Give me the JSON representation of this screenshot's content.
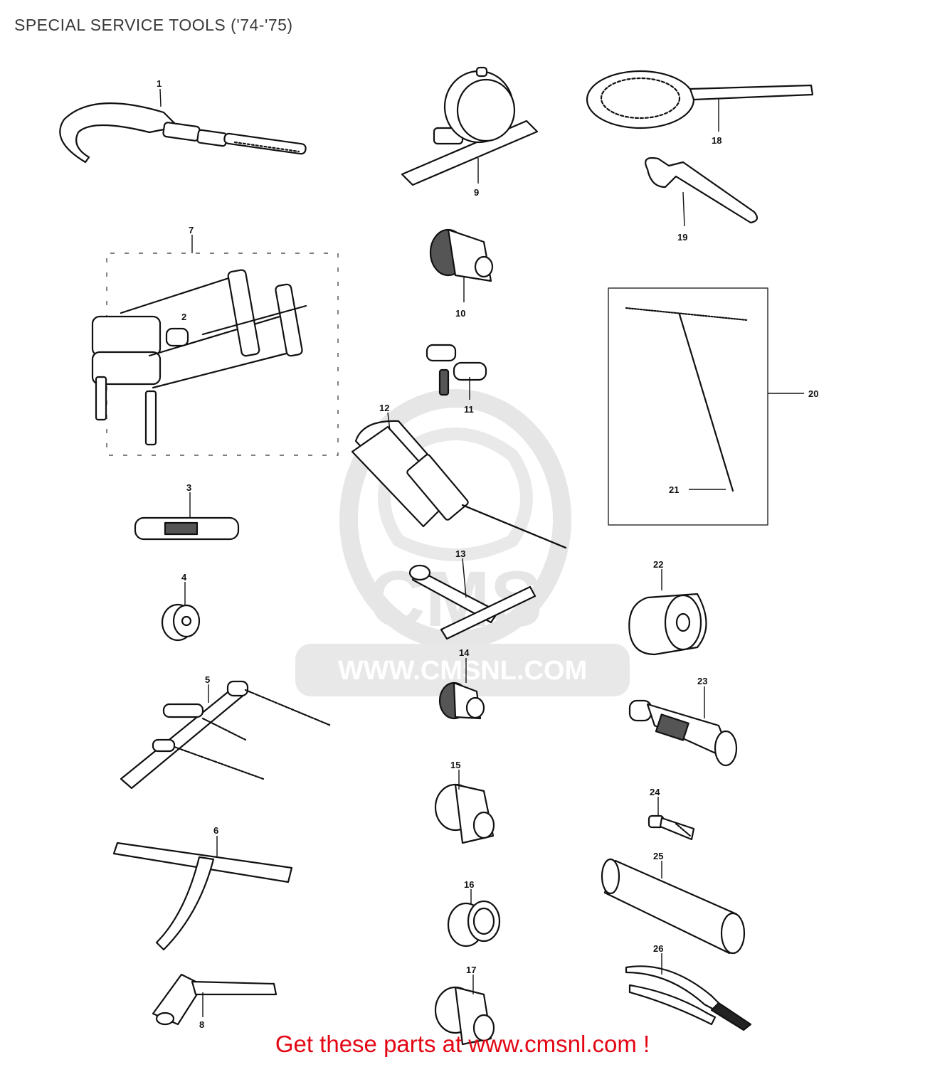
{
  "page": {
    "title": "SPECIAL SERVICE TOOLS ('74-'75)"
  },
  "watermark": {
    "brand": "CMS",
    "url": "WWW.CMSNL.COM"
  },
  "footer": {
    "text": "Get these parts at www.cmsnl.com !"
  },
  "parts": [
    {
      "key": "p1",
      "label": "1"
    },
    {
      "key": "p2",
      "label": "2"
    },
    {
      "key": "p3",
      "label": "3"
    },
    {
      "key": "p4",
      "label": "4"
    },
    {
      "key": "p5",
      "label": "5"
    },
    {
      "key": "p6",
      "label": "6"
    },
    {
      "key": "p7",
      "label": "7"
    },
    {
      "key": "p8",
      "label": "8"
    },
    {
      "key": "p9",
      "label": "9"
    },
    {
      "key": "p10",
      "label": "10"
    },
    {
      "key": "p11",
      "label": "11"
    },
    {
      "key": "p12",
      "label": "12"
    },
    {
      "key": "p13",
      "label": "13"
    },
    {
      "key": "p14",
      "label": "14"
    },
    {
      "key": "p15",
      "label": "15"
    },
    {
      "key": "p16",
      "label": "16"
    },
    {
      "key": "p17",
      "label": "17"
    },
    {
      "key": "p18",
      "label": "18"
    },
    {
      "key": "p19",
      "label": "19"
    },
    {
      "key": "p20",
      "label": "20"
    },
    {
      "key": "p21",
      "label": "21"
    },
    {
      "key": "p22",
      "label": "22"
    },
    {
      "key": "p23",
      "label": "23"
    },
    {
      "key": "p24",
      "label": "24"
    },
    {
      "key": "p25",
      "label": "25"
    },
    {
      "key": "p26",
      "label": "26"
    }
  ],
  "colors": {
    "footer_text": "#e30613",
    "title_text": "#3a3a3a",
    "watermark": "#e6e6e6",
    "line": "#111111"
  }
}
